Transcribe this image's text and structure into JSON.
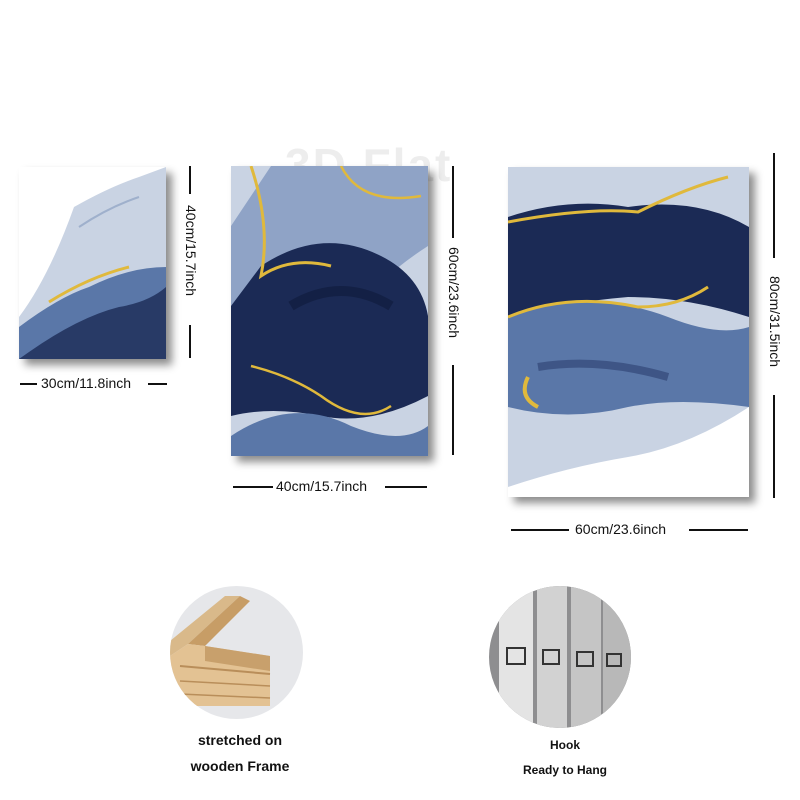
{
  "watermark": "3D Flat",
  "panels": [
    {
      "width_label": "30cm/11.8inch",
      "height_label": "40cm/15.7inch"
    },
    {
      "width_label": "40cm/15.7inch",
      "height_label": "60cm/23.6inch"
    },
    {
      "width_label": "60cm/23.6inch",
      "height_label": "80cm/31.5inch"
    }
  ],
  "features": {
    "frame": {
      "line1": "stretched on",
      "line2": "wooden Frame"
    },
    "hook": {
      "line1": "Hook",
      "line2": "Ready to Hang"
    }
  },
  "colors": {
    "navy": "#1b2a55",
    "blue": "#5a77a8",
    "pale": "#c9d3e3",
    "gold": "#e0b93c"
  }
}
